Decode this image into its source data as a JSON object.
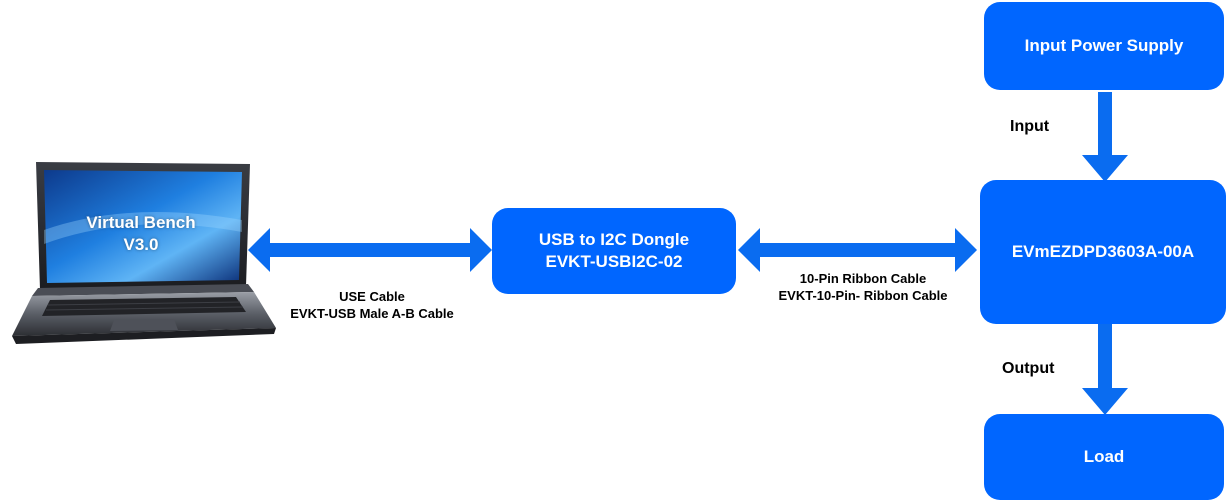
{
  "laptop": {
    "screen_line1": "Virtual Bench",
    "screen_line2": "V3.0"
  },
  "dongle": {
    "line1": "USB to I2C Dongle",
    "line2": "EVKT-USBI2C-02"
  },
  "evm": {
    "label": "EVmEZDPD3603A-00A"
  },
  "power_supply": {
    "label": "Input Power Supply"
  },
  "load": {
    "label": "Load"
  },
  "usb_cable": {
    "line1": "USE Cable",
    "line2": "EVKT-USB Male A-B Cable"
  },
  "ribbon_cable": {
    "line1": "10-Pin Ribbon Cable",
    "line2": "EVKT-10-Pin- Ribbon Cable"
  },
  "input_label": "Input",
  "output_label": "Output",
  "colors": {
    "block": "#0066ff",
    "arrow": "#0a6cf0",
    "text_on_block": "#ffffff"
  }
}
